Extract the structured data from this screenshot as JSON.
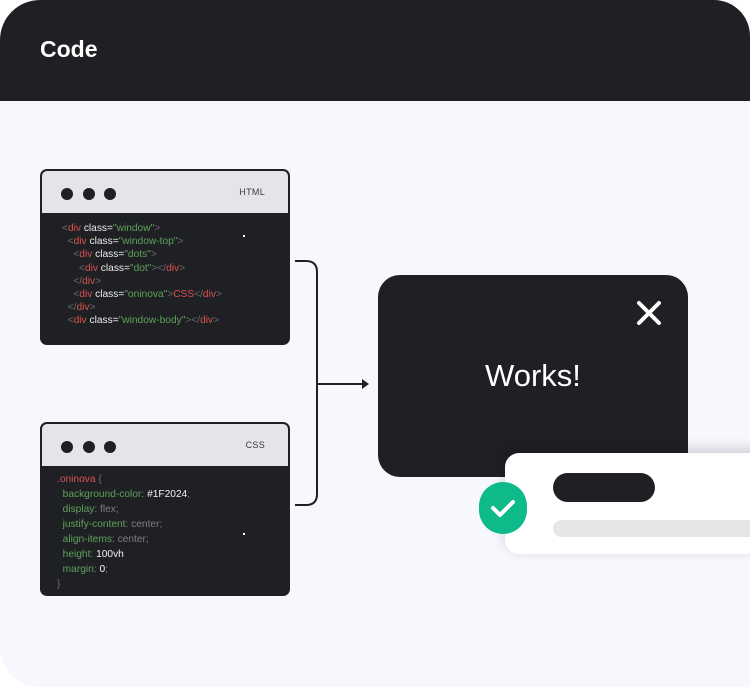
{
  "header": {
    "title": "Code"
  },
  "html_window": {
    "label": "HTML",
    "lines": [
      [
        {
          "c": "p",
          "t": "<"
        },
        {
          "c": "t",
          "t": "div"
        },
        {
          "c": "a",
          "t": " class="
        },
        {
          "c": "s",
          "t": "\"window\""
        },
        {
          "c": "p",
          "t": ">"
        }
      ],
      [
        {
          "c": "p",
          "t": "  <"
        },
        {
          "c": "t",
          "t": "div"
        },
        {
          "c": "a",
          "t": " class="
        },
        {
          "c": "s",
          "t": "\"window-top\""
        },
        {
          "c": "p",
          "t": ">"
        }
      ],
      [
        {
          "c": "p",
          "t": "    <"
        },
        {
          "c": "t",
          "t": "div"
        },
        {
          "c": "a",
          "t": " class="
        },
        {
          "c": "s",
          "t": "\"dots\""
        },
        {
          "c": "p",
          "t": ">"
        }
      ],
      [
        {
          "c": "p",
          "t": "      <"
        },
        {
          "c": "t",
          "t": "div"
        },
        {
          "c": "a",
          "t": " class="
        },
        {
          "c": "s",
          "t": "\"dot\""
        },
        {
          "c": "p",
          "t": "></"
        },
        {
          "c": "t",
          "t": "div"
        },
        {
          "c": "p",
          "t": ">"
        }
      ],
      [
        {
          "c": "p",
          "t": "    </"
        },
        {
          "c": "t",
          "t": "div"
        },
        {
          "c": "p",
          "t": ">"
        }
      ],
      [
        {
          "c": "p",
          "t": "    <"
        },
        {
          "c": "t",
          "t": "div"
        },
        {
          "c": "a",
          "t": " class="
        },
        {
          "c": "s",
          "t": "\"oninova\""
        },
        {
          "c": "p",
          "t": ">"
        },
        {
          "c": "t",
          "t": "CSS"
        },
        {
          "c": "p",
          "t": "</"
        },
        {
          "c": "t",
          "t": "div"
        },
        {
          "c": "p",
          "t": ">"
        }
      ],
      [
        {
          "c": "p",
          "t": "  </"
        },
        {
          "c": "t",
          "t": "div"
        },
        {
          "c": "p",
          "t": ">"
        }
      ],
      [
        {
          "c": "p",
          "t": "  <"
        },
        {
          "c": "t",
          "t": "div"
        },
        {
          "c": "a",
          "t": " class="
        },
        {
          "c": "s",
          "t": "\"window-body\""
        },
        {
          "c": "p",
          "t": "></"
        },
        {
          "c": "t",
          "t": "div"
        },
        {
          "c": "p",
          "t": ">"
        }
      ]
    ]
  },
  "css_window": {
    "label": "CSS",
    "lines": [
      [
        {
          "c": "t",
          "t": ".oninova"
        },
        {
          "c": "p",
          "t": " {"
        }
      ],
      [
        {
          "c": "k",
          "t": "  background-color"
        },
        {
          "c": "v",
          "t": ": "
        },
        {
          "c": "w",
          "t": "#1F2024"
        },
        {
          "c": "v",
          "t": ";"
        }
      ],
      [
        {
          "c": "k",
          "t": "  display"
        },
        {
          "c": "v",
          "t": ": flex;"
        }
      ],
      [
        {
          "c": "k",
          "t": "  justify-content"
        },
        {
          "c": "v",
          "t": ": center;"
        }
      ],
      [
        {
          "c": "k",
          "t": "  align-items"
        },
        {
          "c": "v",
          "t": ": center;"
        }
      ],
      [
        {
          "c": "k",
          "t": "  height"
        },
        {
          "c": "v",
          "t": ": "
        },
        {
          "c": "w",
          "t": "100vh"
        }
      ],
      [
        {
          "c": "k",
          "t": "  margin"
        },
        {
          "c": "v",
          "t": ": "
        },
        {
          "c": "w",
          "t": "0"
        },
        {
          "c": "v",
          "t": ";"
        }
      ],
      [
        {
          "c": "p",
          "t": "}"
        }
      ]
    ]
  },
  "result": {
    "text": "Works!",
    "close_icon": "close-icon"
  },
  "toast": {
    "status_icon": "check-icon",
    "status_color": "#0fba8a"
  },
  "colors": {
    "dark": "#1f2024",
    "background": "#f7f8fe",
    "tag": "#d9534f",
    "string": "#5fa25a",
    "success": "#0fba8a"
  }
}
